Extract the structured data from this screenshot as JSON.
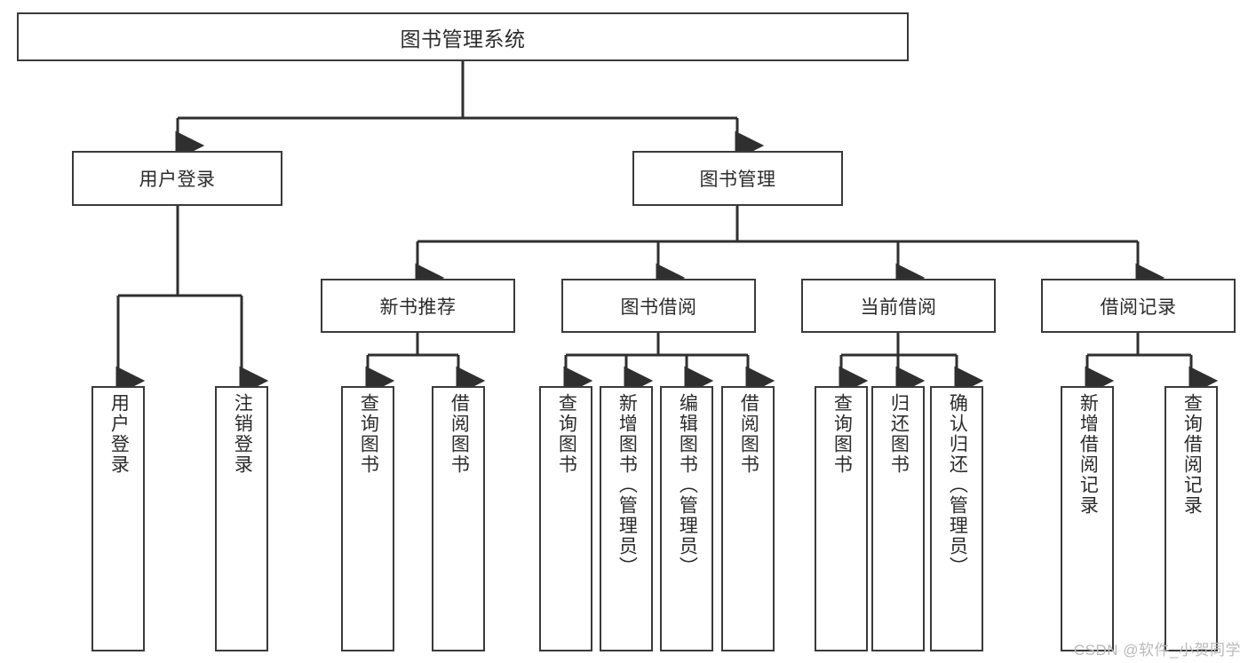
{
  "diagram": {
    "type": "tree-hierarchy",
    "title": "图书管理系统",
    "orientation": "top-down",
    "colors": {
      "box_border": "#3a3a3a",
      "box_fill": "#ffffff",
      "connector": "#2f2f2f",
      "text": "#2b2b2b",
      "watermark": "#b9b9b9",
      "background": "#ffffff"
    },
    "root": {
      "label": "图书管理系统"
    },
    "level1": [
      {
        "id": "user-login",
        "label": "用户登录"
      },
      {
        "id": "book-management",
        "label": "图书管理"
      }
    ],
    "level2": [
      {
        "id": "new-book-recommend",
        "label": "新书推荐",
        "parent": "book-management"
      },
      {
        "id": "book-borrow",
        "label": "图书借阅",
        "parent": "book-management"
      },
      {
        "id": "current-borrow",
        "label": "当前借阅",
        "parent": "book-management"
      },
      {
        "id": "borrow-record",
        "label": "借阅记录",
        "parent": "book-management"
      }
    ],
    "leaves": [
      {
        "id": "leaf-user-login",
        "label": "用户登录",
        "parent": "user-login"
      },
      {
        "id": "leaf-logout-login",
        "label": "注销登录",
        "parent": "user-login"
      },
      {
        "id": "leaf-query-book-1",
        "label": "查询图书",
        "parent": "new-book-recommend"
      },
      {
        "id": "leaf-borrow-book-1",
        "label": "借阅图书",
        "parent": "new-book-recommend"
      },
      {
        "id": "leaf-query-book-2",
        "label": "查询图书",
        "parent": "book-borrow"
      },
      {
        "id": "leaf-add-book",
        "label": "新增图书（管理员）",
        "parent": "book-borrow"
      },
      {
        "id": "leaf-edit-book",
        "label": "编辑图书（管理员）",
        "parent": "book-borrow"
      },
      {
        "id": "leaf-borrow-book-2",
        "label": "借阅图书",
        "parent": "book-borrow"
      },
      {
        "id": "leaf-query-book-3",
        "label": "查询图书",
        "parent": "current-borrow"
      },
      {
        "id": "leaf-return-book",
        "label": "归还图书",
        "parent": "current-borrow"
      },
      {
        "id": "leaf-confirm-return",
        "label": "确认归还（管理员）",
        "parent": "current-borrow"
      },
      {
        "id": "leaf-add-record",
        "label": "新增借阅记录",
        "parent": "borrow-record"
      },
      {
        "id": "leaf-query-record",
        "label": "查询借阅记录",
        "parent": "borrow-record"
      }
    ]
  },
  "watermark": {
    "text": "CSDN @软件_小贺同学"
  }
}
